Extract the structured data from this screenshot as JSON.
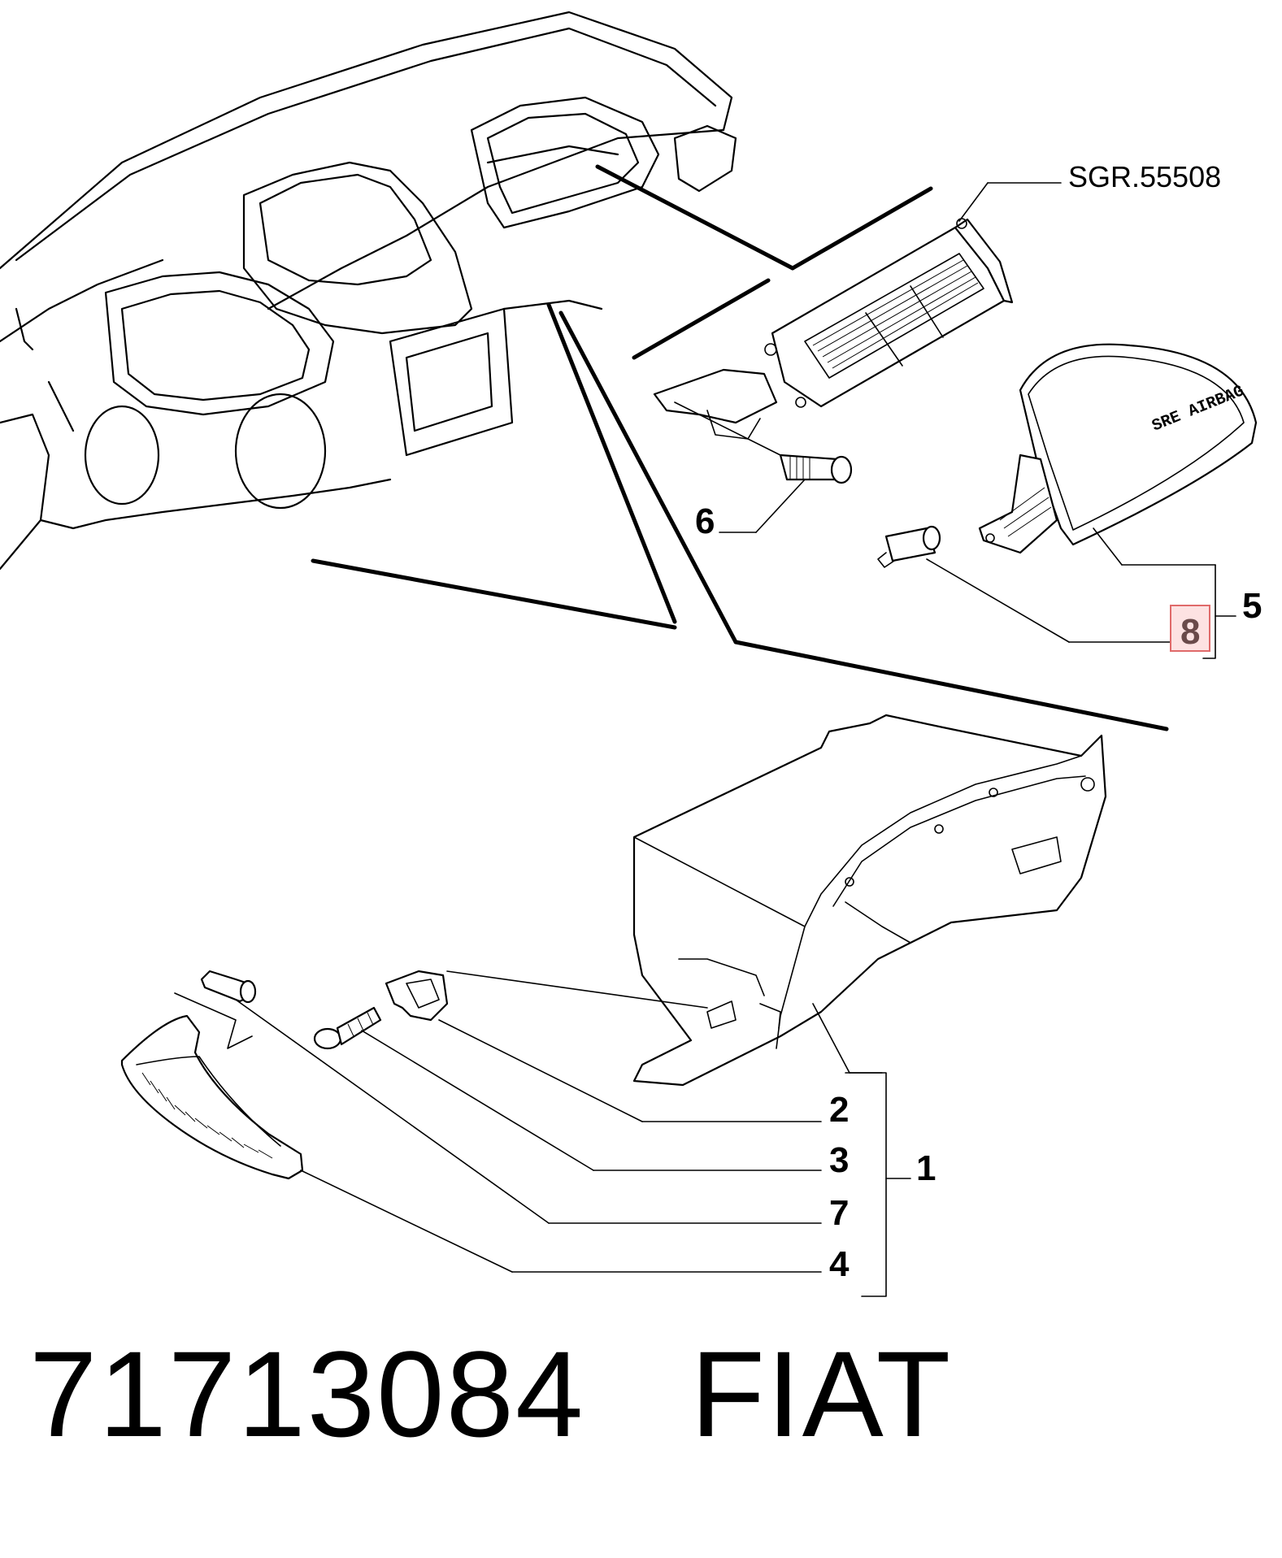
{
  "diagram": {
    "reference_label": "SGR.55508",
    "airbag_cover_text": "SRE AIRBAG",
    "highlighted_callout": "8",
    "callouts": {
      "c1": "1",
      "c2": "2",
      "c3": "3",
      "c4": "4",
      "c5": "5",
      "c6": "6",
      "c7": "7",
      "c8": "8"
    }
  },
  "footer": {
    "part_number": "71713084",
    "brand": "FIAT"
  }
}
